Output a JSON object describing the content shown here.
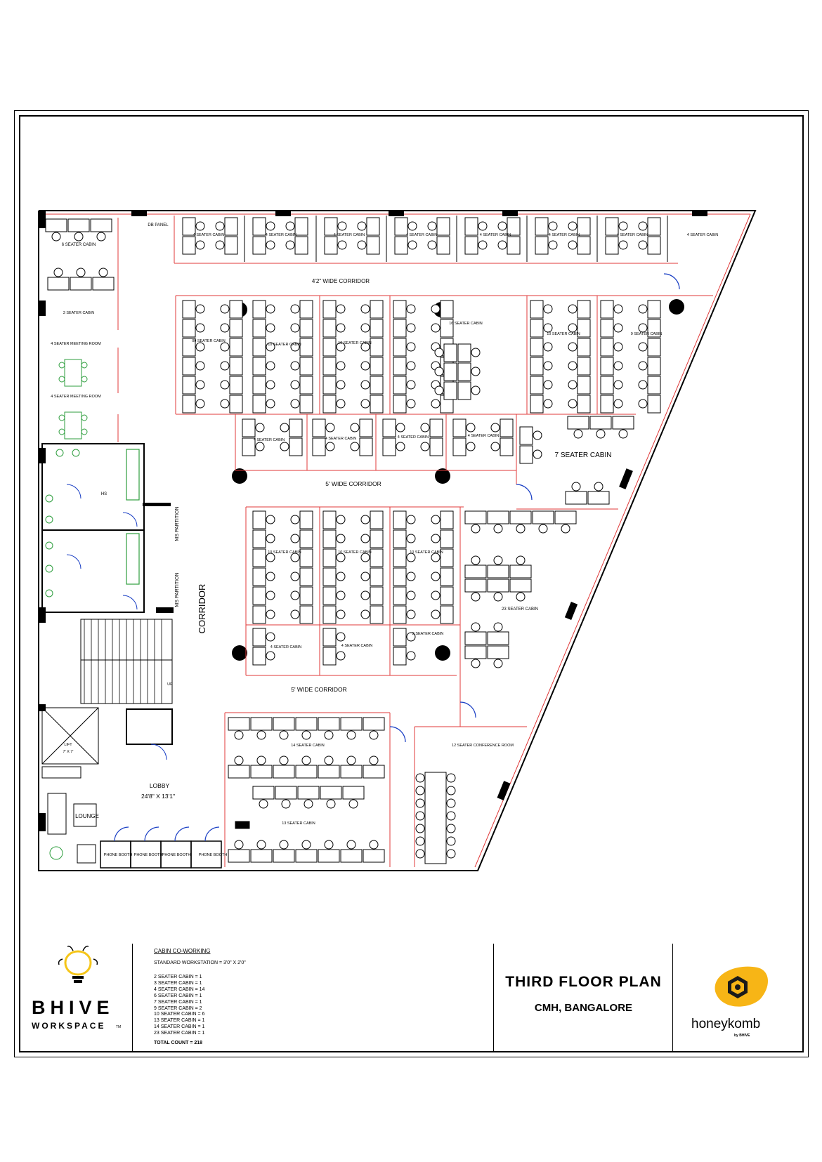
{
  "plan": {
    "labels": {
      "db_panel": "DB PANEL",
      "six_seater": "6 SEATER CABIN",
      "three_seater": "3 SEATER CABIN",
      "four_meeting": "4 SEATER MEETING ROOM",
      "four_seater": "4 SEATER CABIN",
      "nine_seater": "09 SEATER CABIN",
      "nine_seater_b": "9 SEATER CABIN",
      "ten_seater": "10 SEATER CABIN",
      "sixteen_seater": "16 SEATER CABIN",
      "seven_seater": "7 SEATER CABIN",
      "twentythree_seater": "23 SEATER CABIN",
      "two_seater": "2 SEATER CABIN",
      "fourteen_seater": "14 SEATER CABIN",
      "thirteen_seater": "13 SEATER CABIN",
      "twelve_conf": "12 SEATER CONFERENCE ROOM",
      "corridor_42": "4'2\" WIDE CORRIDOR",
      "corridor_5": "5' WIDE CORRIDOR",
      "corridor": "CORRIDOR",
      "ms_partition": "MS PARTITION",
      "hs": "HS",
      "up": "UP",
      "lift": "LIFT",
      "lift_size": "7' X 7'",
      "lobby": "LOBBY",
      "lobby_size": "24'8\" X 13'1\"",
      "lounge": "LOUNGE",
      "phone_booth": "PHONE BOOTH"
    }
  },
  "title_block": {
    "bhive_name": "BHIVE",
    "bhive_sub": "WORKSPACE",
    "bhive_tm": "TM",
    "notes_heading": "CABIN CO-WORKING",
    "standard": "STANDARD  WORKSTATION = 3'0\" X 2'0\"",
    "cabins": [
      "2 SEATER CABIN = 1",
      "3 SEATER CABIN = 1",
      "4 SEATER CABIN = 14",
      "6 SEATER CABIN = 1",
      "7 SEATER CABIN = 1",
      "9 SEATER CABIN =  2",
      "10 SEATER CABIN = 6",
      "13 SEATER CABIN = 1",
      "14 SEATER CABIN = 1",
      "23 SEATER CABIN = 1"
    ],
    "total": "TOTAL COUNT = 218",
    "plan_title": "THIRD  FLOOR  PLAN",
    "plan_location": "CMH, BANGALORE",
    "hk_name": "honeykomb",
    "hk_by": "by BHIVE"
  },
  "colors": {
    "wall": "#e03a3a",
    "furniture": "#000000",
    "door": "#1a3fc4",
    "sanitary": "#2e9e3e",
    "honey_yellow": "#f7b516",
    "bulb_yellow": "#f5c518"
  }
}
